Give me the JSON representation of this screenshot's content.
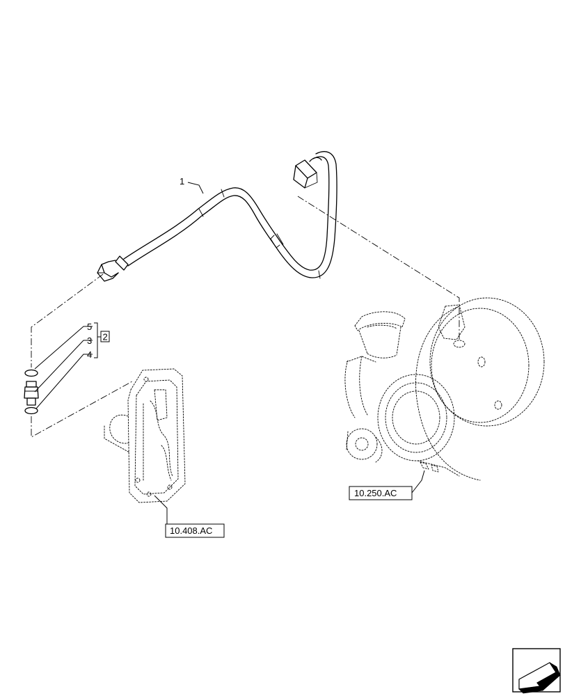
{
  "callouts": {
    "item_1": "1",
    "item_5": "5",
    "item_3": "3",
    "item_4": "4",
    "kit_2": "2"
  },
  "references": {
    "filter_head": "10.408.AC",
    "turbocharger": "10.250.AC"
  },
  "icons": {
    "nav": "previous-page-arrow-icon"
  }
}
